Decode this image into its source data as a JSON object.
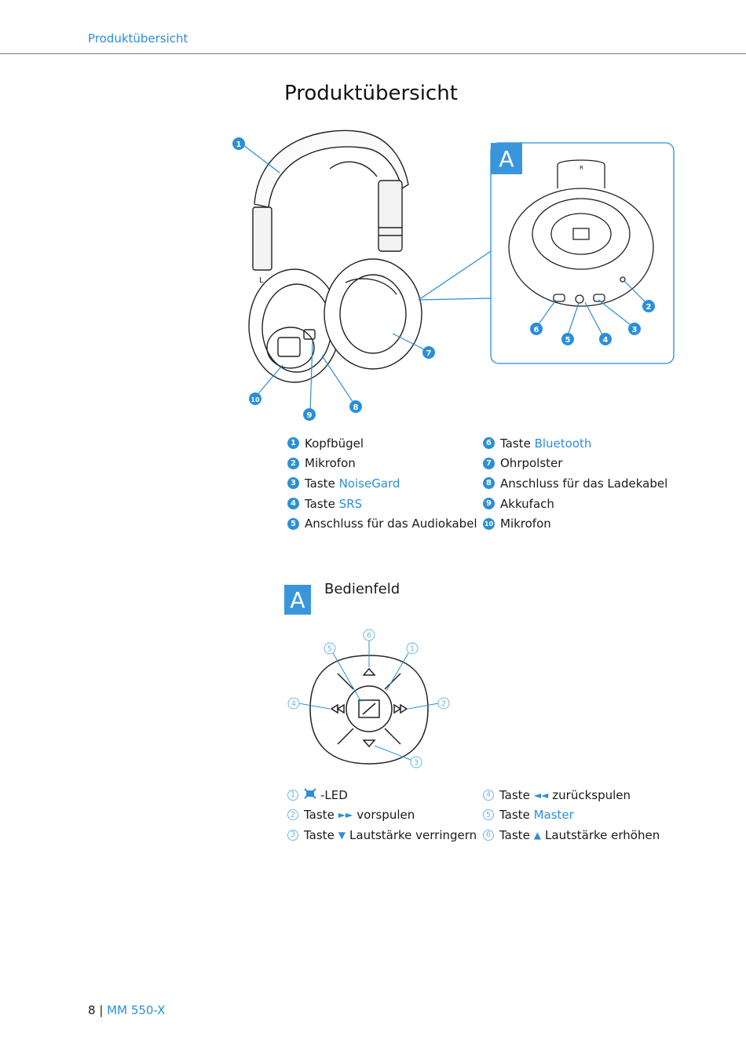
{
  "header": {
    "running_title": "Produktübersicht"
  },
  "page": {
    "title": "Produktübersicht"
  },
  "figure": {
    "detail_label": "A",
    "side_mark": "R",
    "ear_mark": "L"
  },
  "legend_left": [
    {
      "num": "1",
      "text": "Kopfbügel",
      "highlight": ""
    },
    {
      "num": "2",
      "text": "Mikrofon",
      "highlight": ""
    },
    {
      "num": "3",
      "text": "Taste ",
      "highlight": "NoiseGard"
    },
    {
      "num": "4",
      "text": "Taste ",
      "highlight": "SRS"
    },
    {
      "num": "5",
      "text": "Anschluss für das Audiokabel",
      "highlight": ""
    }
  ],
  "legend_right": [
    {
      "num": "6",
      "text": "Taste ",
      "highlight": "Bluetooth"
    },
    {
      "num": "7",
      "text": "Ohrpolster",
      "highlight": ""
    },
    {
      "num": "8",
      "text": "Anschluss für das Ladekabel",
      "highlight": ""
    },
    {
      "num": "9",
      "text": "Akkufach",
      "highlight": ""
    },
    {
      "num": "10",
      "text": "Mikrofon",
      "highlight": ""
    }
  ],
  "section_a": {
    "label": "A",
    "title": "Bedienfeld"
  },
  "panel_legend_left": [
    {
      "num": "1",
      "pre": "",
      "post": "-LED",
      "icon": "led-icon"
    },
    {
      "num": "2",
      "pre": "Taste",
      "post": "vorspulen",
      "icon": "fast-forward-icon"
    },
    {
      "num": "3",
      "pre": "Taste",
      "post": "Lautstärke verringern",
      "icon": "triangle-down-icon"
    }
  ],
  "panel_legend_right": [
    {
      "num": "4",
      "pre": "Taste",
      "post": "zurückspulen",
      "icon": "rewind-icon"
    },
    {
      "num": "5",
      "pre": "Taste ",
      "highlight": "Master",
      "icon": ""
    },
    {
      "num": "6",
      "pre": "Taste",
      "post": "Lautstärke erhöhen",
      "icon": "triangle-up-icon"
    }
  ],
  "footer": {
    "page_number": "8",
    "separator": "|",
    "product": "MM 550-X"
  },
  "colors": {
    "accent": "#2a8fd8",
    "rule": "#777777"
  }
}
